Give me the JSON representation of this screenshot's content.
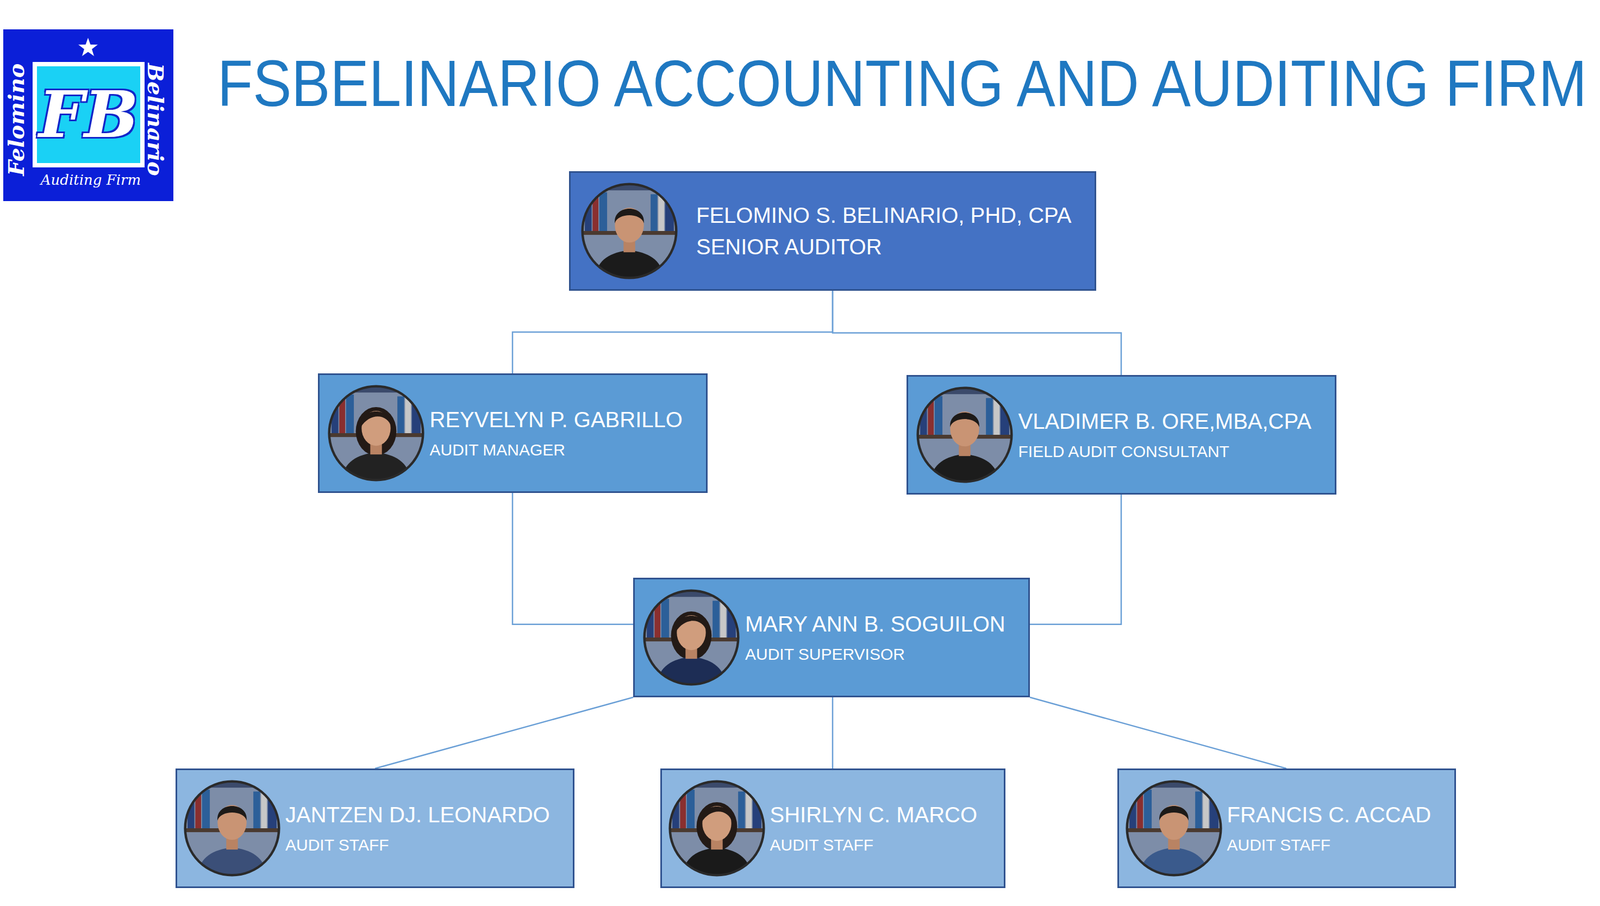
{
  "diagram": {
    "title": "FSBELINARIO ACCOUNTING AND AUDITING FIRM",
    "nodes": [
      {
        "text": [
          "FELOMINO S. BELINARIO, PHD, CPA",
          "SENIOR AUDITOR"
        ]
      },
      {
        "text": [
          "REYVELYN P. GABRILLO",
          "AUDIT MANAGER"
        ]
      },
      {
        "text": [
          "VLADIMER B. ORE,MBA,CPA",
          "FIELD AUDIT CONSULTANT"
        ]
      },
      {
        "text": [
          "MARY ANN B. SOGUILON",
          "AUDIT SUPERVISOR"
        ]
      },
      {
        "text": [
          "JANTZEN DJ. LEONARDO",
          "AUDIT STAFF"
        ]
      },
      {
        "text": [
          "SHIRLYN C. MARCO",
          "AUDIT STAFF"
        ]
      },
      {
        "text": [
          "FRANCIS C. ACCAD",
          "AUDIT STAFF"
        ]
      }
    ],
    "edges": [
      {
        "from": 0,
        "to": 1,
        "arrow": "none"
      },
      {
        "from": 0,
        "to": 2,
        "arrow": "none"
      },
      {
        "from": 1,
        "to": 3,
        "arrow": "none"
      },
      {
        "from": 2,
        "to": 3,
        "arrow": "none"
      },
      {
        "from": 3,
        "to": 4,
        "arrow": "none"
      },
      {
        "from": 3,
        "to": 5,
        "arrow": "none"
      },
      {
        "from": 3,
        "to": 6,
        "arrow": "none"
      }
    ],
    "labels": [
      "Felomino",
      "Belinario",
      "FB",
      "Auditing Firm"
    ]
  }
}
